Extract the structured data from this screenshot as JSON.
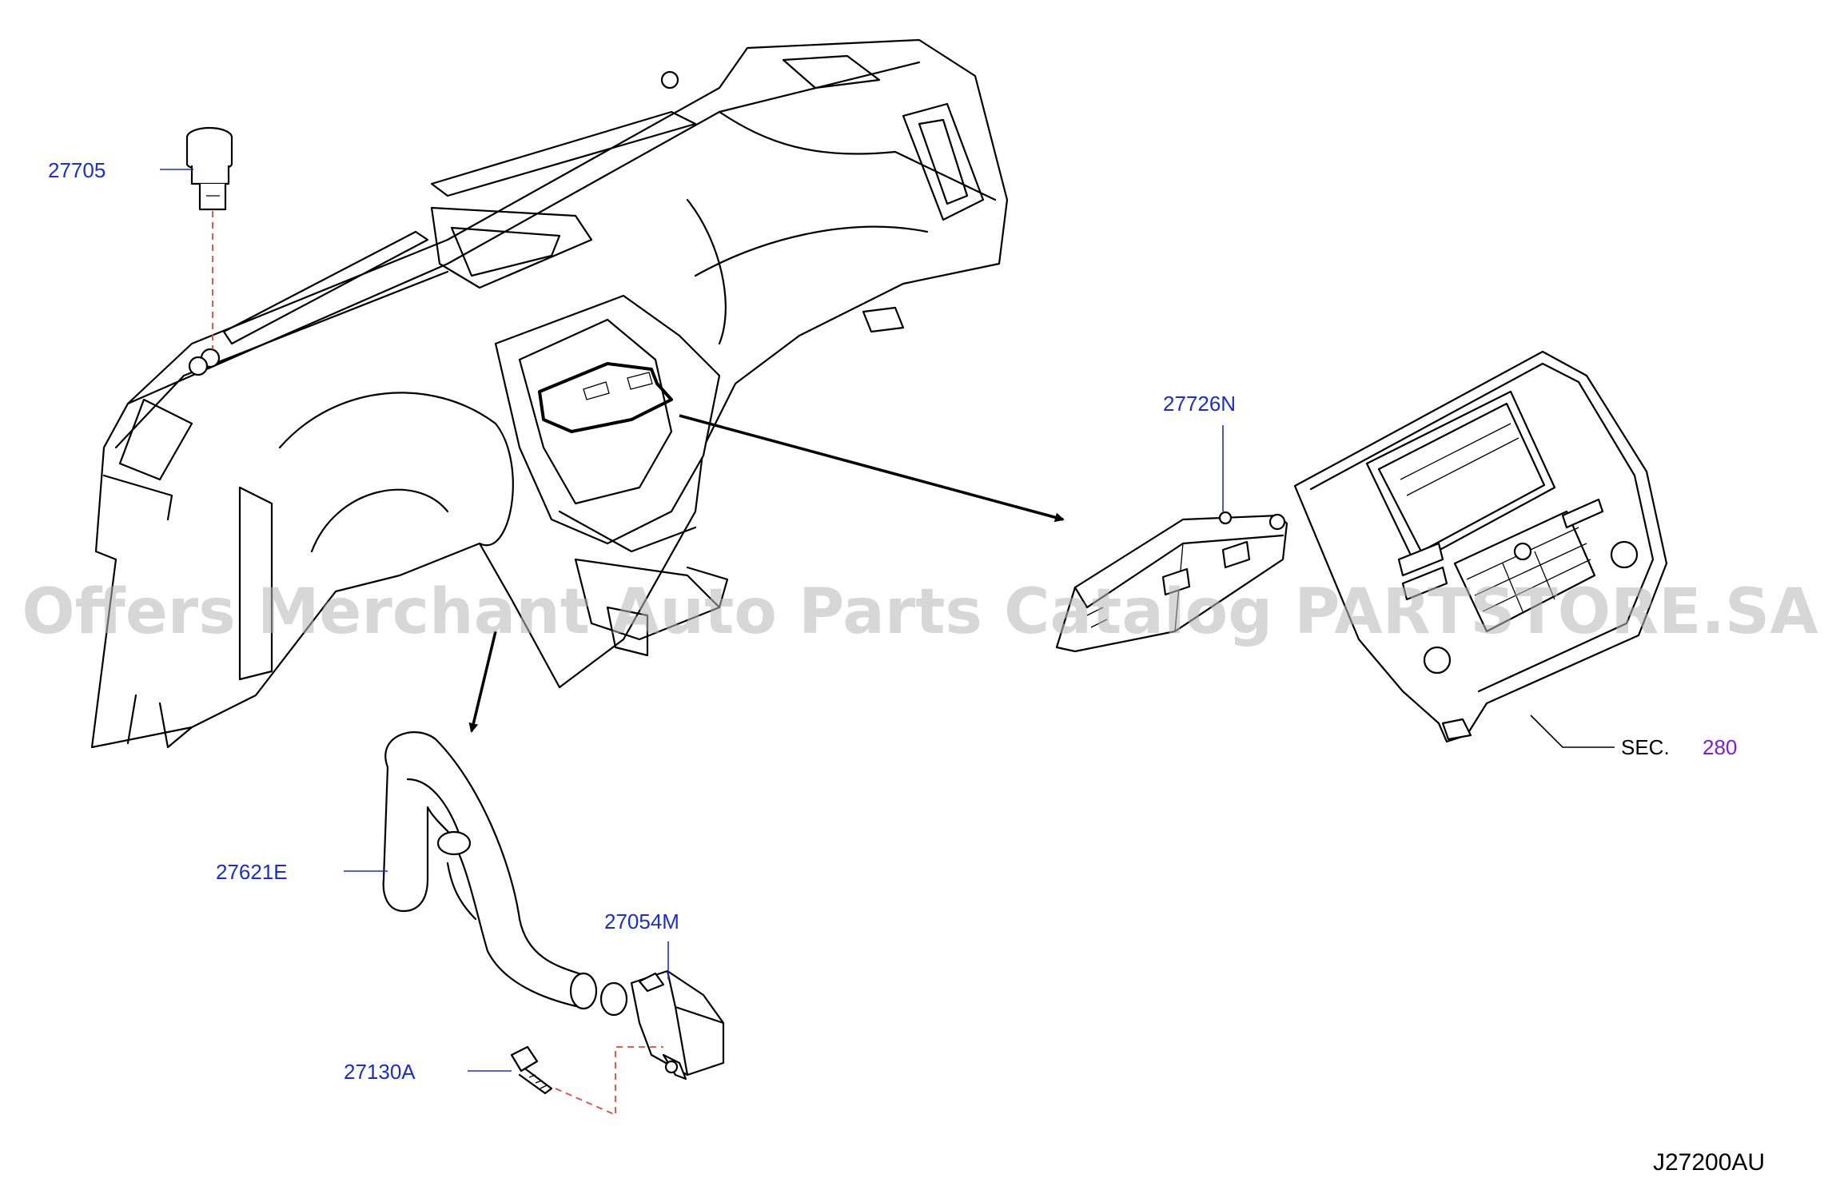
{
  "parts": [
    {
      "id": "part-27705",
      "number": "27705"
    },
    {
      "id": "part-27726N",
      "number": "27726N"
    },
    {
      "id": "part-27621E",
      "number": "27621E"
    },
    {
      "id": "part-27054M",
      "number": "27054M"
    },
    {
      "id": "part-27130A",
      "number": "27130A"
    }
  ],
  "section_ref": {
    "prefix": "SEC.",
    "number": "280"
  },
  "diagram_code": "J27200AU",
  "watermark": "Offers Merchant Auto Parts Catalog PARTSTORE.SA",
  "colors": {
    "part_label": "#1a2ecc",
    "section_number": "#7a1fd6",
    "dashed_leader": "#e0483c",
    "watermark": "#b8b8b8"
  }
}
